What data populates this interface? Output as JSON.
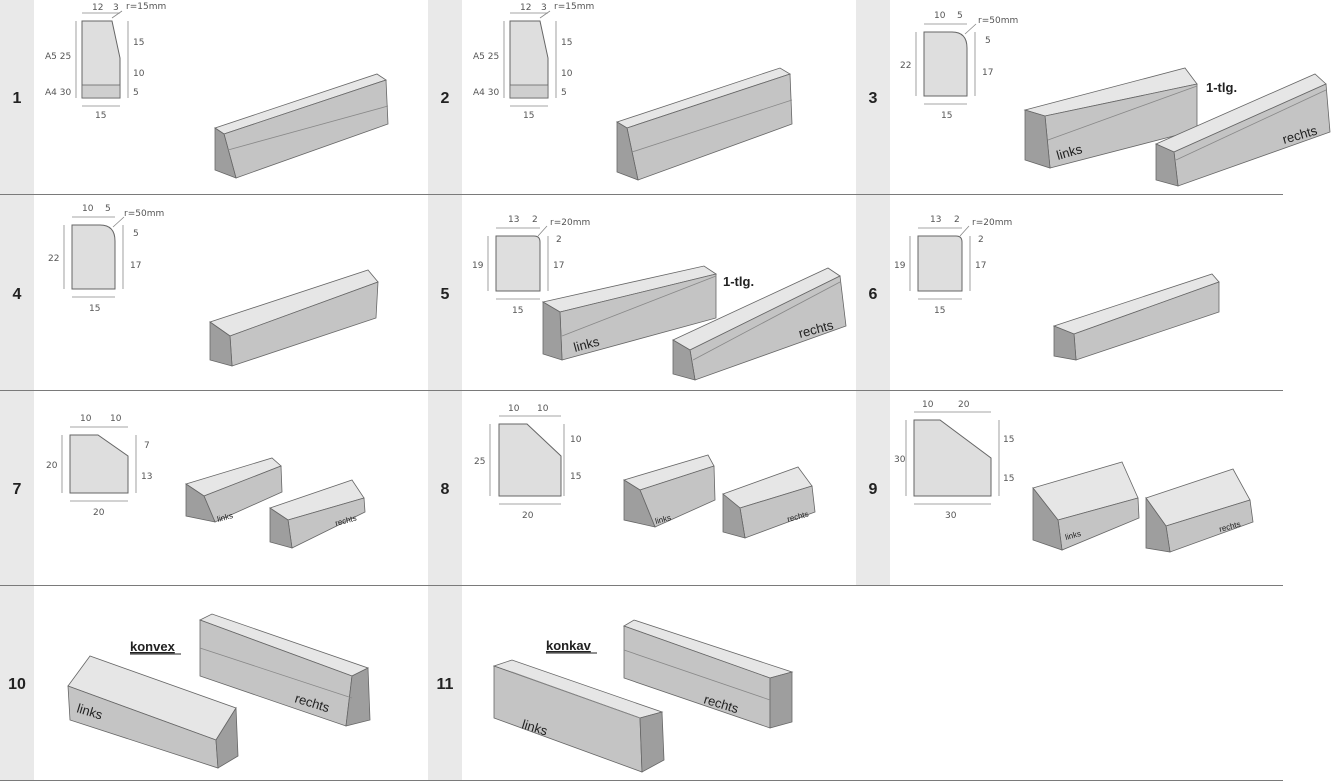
{
  "rows": [
    {
      "cells": [
        {
          "num": "1",
          "dims": {
            "w1": "12",
            "w2": "3",
            "r": "r=15mm",
            "h1": "15",
            "h2": "10",
            "h3": "5",
            "left1": "A5 25",
            "left2": "A4 30",
            "bottom": "15"
          }
        },
        {
          "num": "2",
          "dims": {
            "w1": "12",
            "w2": "3",
            "r": "r=15mm",
            "h1": "15",
            "h2": "10",
            "h3": "5",
            "left1": "A5 25",
            "left2": "A4 30",
            "bottom": "15"
          }
        },
        {
          "num": "3",
          "dims": {
            "w1": "10",
            "w2": "5",
            "r": "r=50mm",
            "h1": "5",
            "h2": "17",
            "left": "22",
            "bottom": "15"
          },
          "tlg": "1-tlg.",
          "links": "links",
          "rechts": "rechts"
        }
      ]
    },
    {
      "cells": [
        {
          "num": "4",
          "dims": {
            "w1": "10",
            "w2": "5",
            "r": "r=50mm",
            "h1": "5",
            "h2": "17",
            "left": "22",
            "bottom": "15"
          }
        },
        {
          "num": "5",
          "dims": {
            "w1": "13",
            "w2": "2",
            "r": "r=20mm",
            "h1": "2",
            "h2": "17",
            "left": "19",
            "bottom": "15"
          },
          "tlg": "1-tlg.",
          "links": "links",
          "rechts": "rechts"
        },
        {
          "num": "6",
          "dims": {
            "w1": "13",
            "w2": "2",
            "r": "r=20mm",
            "h1": "2",
            "h2": "17",
            "left": "19",
            "bottom": "15"
          }
        }
      ]
    },
    {
      "cells": [
        {
          "num": "7",
          "dims": {
            "w1": "10",
            "w2": "10",
            "h1": "7",
            "h2": "13",
            "left": "20",
            "bottom": "20"
          },
          "links": "links",
          "rechts": "rechts"
        },
        {
          "num": "8",
          "dims": {
            "w1": "10",
            "w2": "10",
            "h1": "10",
            "h2": "15",
            "left": "25",
            "bottom": "20"
          },
          "links": "links",
          "rechts": "rechts"
        },
        {
          "num": "9",
          "dims": {
            "w1": "10",
            "w2": "20",
            "h1": "15",
            "h2": "15",
            "left": "30",
            "bottom": "30"
          },
          "links": "links",
          "rechts": "rechts"
        }
      ]
    },
    {
      "cells": [
        {
          "num": "10",
          "heading": "konvex",
          "links": "links",
          "rechts": "rechts"
        },
        {
          "num": "11",
          "heading": "konkav",
          "links": "links",
          "rechts": "rechts"
        }
      ]
    }
  ]
}
